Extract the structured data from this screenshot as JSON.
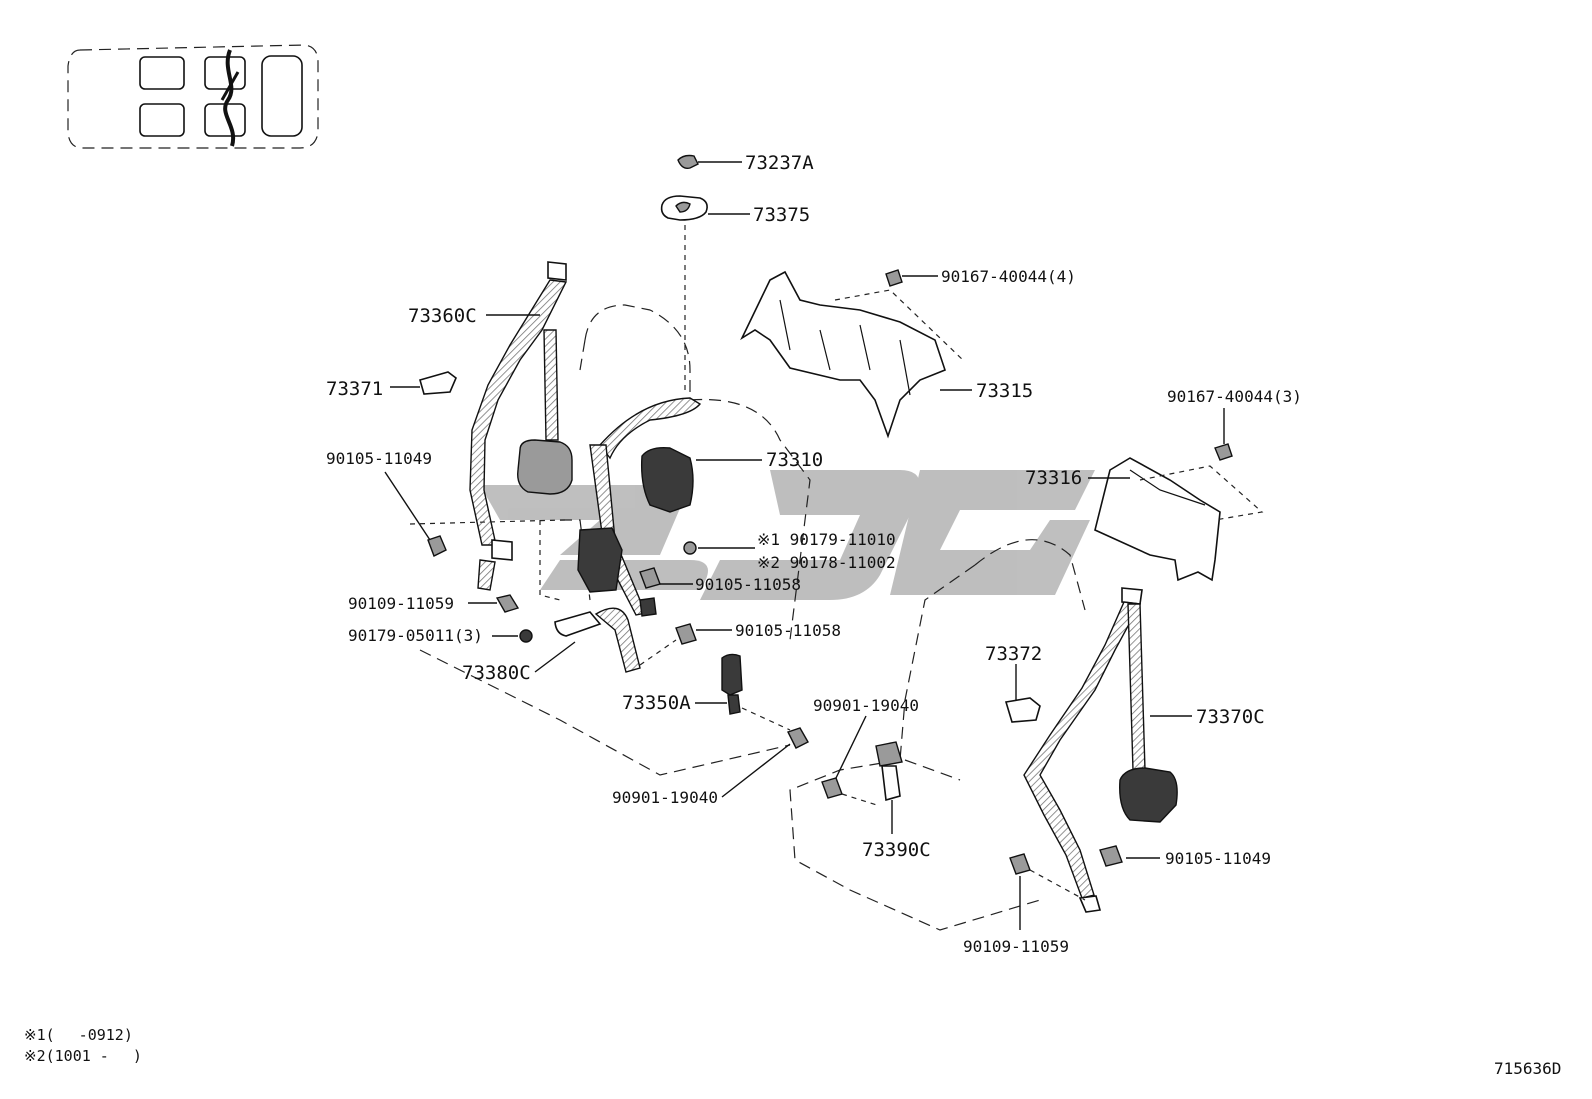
{
  "diagram_id": "715636D",
  "parts": {
    "p73237A": "73237A",
    "p73375": "73375",
    "p73360C": "73360C",
    "p73371": "73371",
    "p90167_4": "90167-40044(4)",
    "p73315": "73315",
    "p90167_3": "90167-40044(3)",
    "p73310": "73310",
    "p90105_11049_l": "90105-11049",
    "p73316": "73316",
    "p90179_11010": "※1 90179-11010",
    "p90178_11002": "※2 90178-11002",
    "p90105_11058_a": "90105-11058",
    "p90109_11059_l": "90109-11059",
    "p90179_05011": "90179-05011(3)",
    "p90105_11058_b": "90105-11058",
    "p73380C": "73380C",
    "p73372": "73372",
    "p73350A": "73350A",
    "p90901_19040_r": "90901-19040",
    "p73370C": "73370C",
    "p90901_19040_l": "90901-19040",
    "p73390C": "73390C",
    "p90105_11049_r": "90105-11049",
    "p90109_11059_r": "90109-11059"
  },
  "footnotes": {
    "note1": "※1(　 -0912)",
    "note2": "※2(1001 - 　)"
  },
  "watermark": "2GO"
}
